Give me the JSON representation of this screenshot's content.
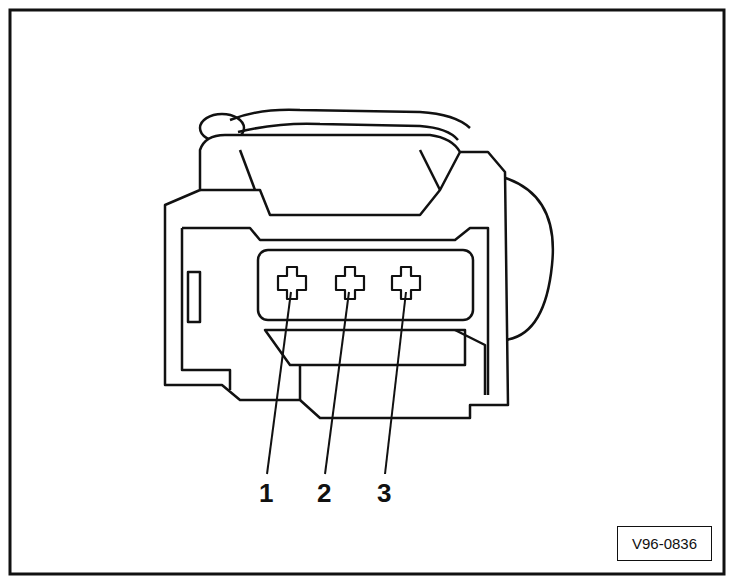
{
  "diagram": {
    "nodes": [
      {
        "text": [
          "V96-0836"
        ]
      }
    ],
    "labels": [
      "1",
      "2",
      "3"
    ]
  }
}
